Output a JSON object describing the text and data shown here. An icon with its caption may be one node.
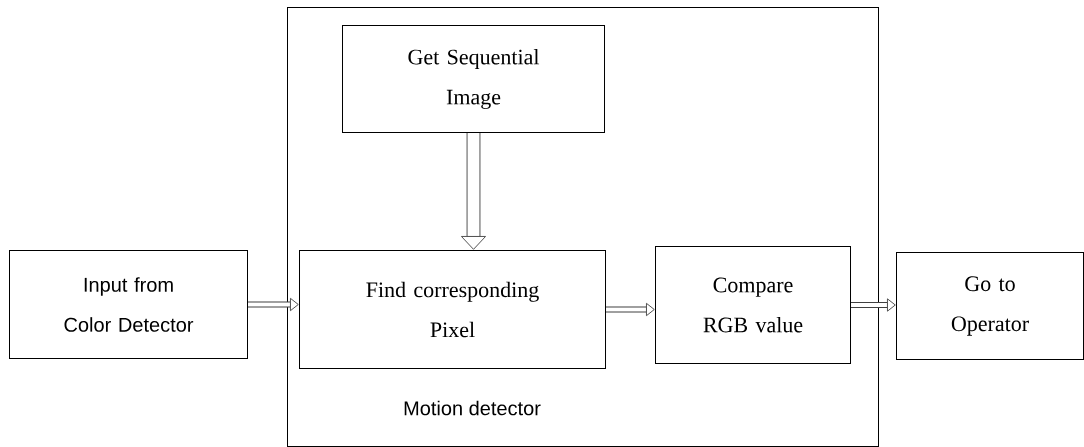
{
  "diagram": {
    "nodes": [
      {
        "text": [
          "Motion detector"
        ]
      },
      {
        "text": [
          "Input from Color Detector"
        ]
      },
      {
        "text": [
          "Get Sequential Image"
        ],
        "in": 0
      },
      {
        "text": [
          "Find corresponding Pixel"
        ],
        "in": 0
      },
      {
        "text": [
          "Compare RGB value"
        ],
        "in": 0
      },
      {
        "text": [
          "Go to Operator"
        ]
      }
    ],
    "edges": [
      {
        "from": 1,
        "to": 3,
        "arrow": "to"
      },
      {
        "from": 2,
        "to": 3,
        "arrow": "to",
        "style": "thick"
      },
      {
        "from": 3,
        "to": 4,
        "arrow": "to"
      },
      {
        "from": 4,
        "to": 5,
        "arrow": "to"
      }
    ]
  }
}
